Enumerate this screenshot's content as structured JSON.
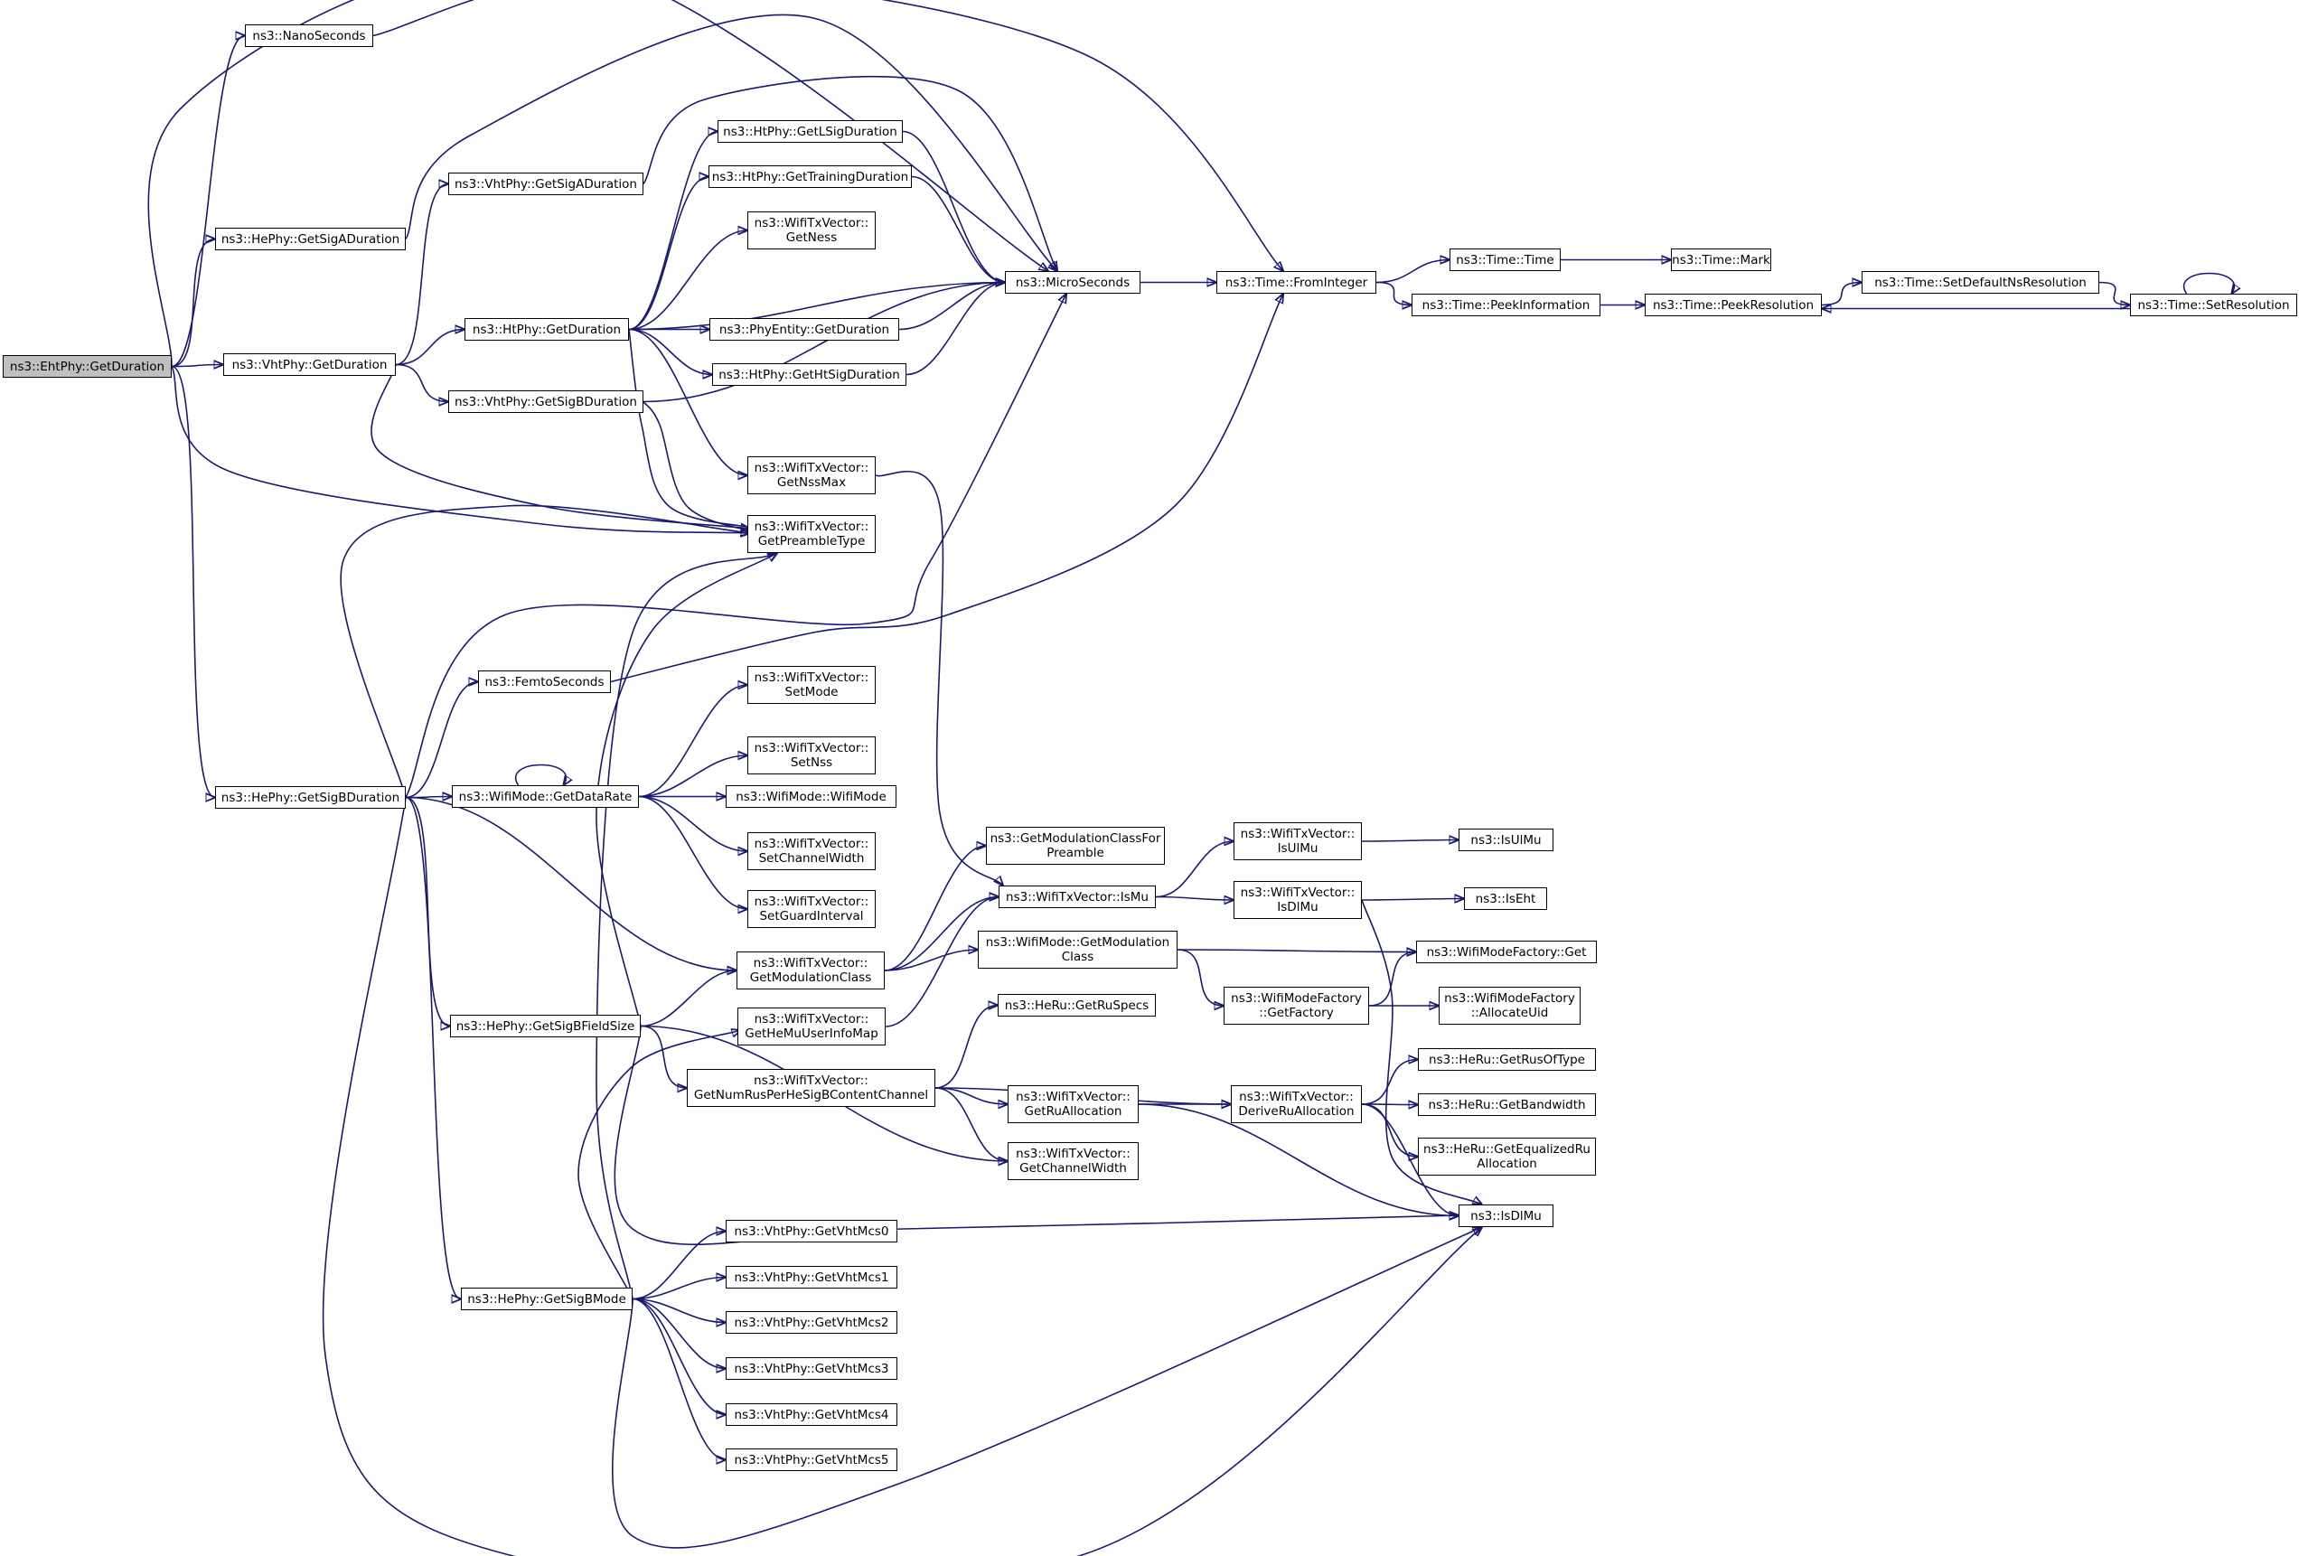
{
  "graph": {
    "root": "eht_getduration",
    "nodes": {
      "eht_getduration": {
        "label": "ns3::EhtPhy::GetDuration",
        "root": true
      },
      "nanoseconds": {
        "label": "ns3::NanoSeconds"
      },
      "he_getsigaduration": {
        "label": "ns3::HePhy::GetSigADuration"
      },
      "vht_getduration": {
        "label": "ns3::VhtPhy::GetDuration"
      },
      "he_getsigbduration": {
        "label": "ns3::HePhy::GetSigBDuration"
      },
      "vht_getsigaduration": {
        "label": "ns3::VhtPhy::GetSigADuration"
      },
      "ht_getduration": {
        "label": "ns3::HtPhy::GetDuration"
      },
      "vht_getsigbduration": {
        "label": "ns3::VhtPhy::GetSigBDuration"
      },
      "femtoseconds": {
        "label": "ns3::FemtoSeconds"
      },
      "wifimode_getdatarate": {
        "label": "ns3::WifiMode::GetDataRate"
      },
      "he_getsigbfieldsize": {
        "label": "ns3::HePhy::GetSigBFieldSize"
      },
      "he_getsigbmode": {
        "label": "ns3::HePhy::GetSigBMode"
      },
      "ht_getlsigduration": {
        "label": "ns3::HtPhy::GetLSigDuration"
      },
      "ht_gettrainingduration": {
        "label": "ns3::HtPhy::GetTrainingDuration"
      },
      "txv_getness": {
        "label": "ns3::WifiTxVector::\nGetNess"
      },
      "phyentity_getduration": {
        "label": "ns3::PhyEntity::GetDuration"
      },
      "ht_gethtsigduration": {
        "label": "ns3::HtPhy::GetHtSigDuration"
      },
      "txv_getnssmax": {
        "label": "ns3::WifiTxVector::\nGetNssMax"
      },
      "txv_getpreambletype": {
        "label": "ns3::WifiTxVector::\nGetPreambleType"
      },
      "txv_setmode": {
        "label": "ns3::WifiTxVector::\nSetMode"
      },
      "txv_setnss": {
        "label": "ns3::WifiTxVector::\nSetNss"
      },
      "wifimode_wifimode": {
        "label": "ns3::WifiMode::WifiMode"
      },
      "txv_setchannelwidth": {
        "label": "ns3::WifiTxVector::\nSetChannelWidth"
      },
      "txv_setguardinterval": {
        "label": "ns3::WifiTxVector::\nSetGuardInterval"
      },
      "txv_getmodulationclass": {
        "label": "ns3::WifiTxVector::\nGetModulationClass"
      },
      "txv_gethemuuserinfomap": {
        "label": "ns3::WifiTxVector::\nGetHeMuUserInfoMap"
      },
      "txv_getnumrusperhesigbcontentchannel": {
        "label": "ns3::WifiTxVector::\nGetNumRusPerHeSigBContentChannel"
      },
      "vht_getvhtmcs0": {
        "label": "ns3::VhtPhy::GetVhtMcs0"
      },
      "vht_getvhtmcs1": {
        "label": "ns3::VhtPhy::GetVhtMcs1"
      },
      "vht_getvhtmcs2": {
        "label": "ns3::VhtPhy::GetVhtMcs2"
      },
      "vht_getvhtmcs3": {
        "label": "ns3::VhtPhy::GetVhtMcs3"
      },
      "vht_getvhtmcs4": {
        "label": "ns3::VhtPhy::GetVhtMcs4"
      },
      "vht_getvhtmcs5": {
        "label": "ns3::VhtPhy::GetVhtMcs5"
      },
      "microseconds": {
        "label": "ns3::MicroSeconds"
      },
      "getmodulationclassforpreamble": {
        "label": "ns3::GetModulationClassFor\nPreamble"
      },
      "txv_ismu": {
        "label": "ns3::WifiTxVector::IsMu"
      },
      "wifimode_getmodulationclass": {
        "label": "ns3::WifiMode::GetModulation\nClass"
      },
      "heru_getruspecs": {
        "label": "ns3::HeRu::GetRuSpecs"
      },
      "txv_getruallocation": {
        "label": "ns3::WifiTxVector::\nGetRuAllocation"
      },
      "txv_getchannelwidth": {
        "label": "ns3::WifiTxVector::\nGetChannelWidth"
      },
      "time_frominteger": {
        "label": "ns3::Time::FromInteger"
      },
      "txv_isulmu": {
        "label": "ns3::WifiTxVector::\nIsUlMu"
      },
      "txv_isdlmu": {
        "label": "ns3::WifiTxVector::\nIsDlMu"
      },
      "wmf_getfactory": {
        "label": "ns3::WifiModeFactory\n::GetFactory"
      },
      "txv_deriveruallocation": {
        "label": "ns3::WifiTxVector::\nDeriveRuAllocation"
      },
      "time_time": {
        "label": "ns3::Time::Time"
      },
      "time_peekinformation": {
        "label": "ns3::Time::PeekInformation"
      },
      "isulmu": {
        "label": "ns3::IsUlMu"
      },
      "iseht": {
        "label": "ns3::IsEht"
      },
      "wmf_get": {
        "label": "ns3::WifiModeFactory::Get"
      },
      "wmf_allocateuid": {
        "label": "ns3::WifiModeFactory\n::AllocateUid"
      },
      "heru_getrusoftype": {
        "label": "ns3::HeRu::GetRusOfType"
      },
      "heru_getbandwidth": {
        "label": "ns3::HeRu::GetBandwidth"
      },
      "heru_getequalizedruallocation": {
        "label": "ns3::HeRu::GetEqualizedRu\nAllocation"
      },
      "isdlmu": {
        "label": "ns3::IsDlMu"
      },
      "time_mark": {
        "label": "ns3::Time::Mark"
      },
      "time_peekresolution": {
        "label": "ns3::Time::PeekResolution"
      },
      "time_setdefaultnsresolution": {
        "label": "ns3::Time::SetDefaultNsResolution"
      },
      "time_setresolution": {
        "label": "ns3::Time::SetResolution"
      }
    },
    "edges": [
      [
        "eht_getduration",
        "nanoseconds"
      ],
      [
        "eht_getduration",
        "he_getsigaduration"
      ],
      [
        "eht_getduration",
        "vht_getduration"
      ],
      [
        "eht_getduration",
        "microseconds"
      ],
      [
        "eht_getduration",
        "txv_getpreambletype"
      ],
      [
        "eht_getduration",
        "he_getsigbduration"
      ],
      [
        "nanoseconds",
        "time_frominteger"
      ],
      [
        "he_getsigaduration",
        "microseconds"
      ],
      [
        "vht_getduration",
        "vht_getsigaduration"
      ],
      [
        "vht_getduration",
        "ht_getduration"
      ],
      [
        "vht_getduration",
        "vht_getsigbduration"
      ],
      [
        "vht_getduration",
        "txv_getpreambletype"
      ],
      [
        "vht_getsigaduration",
        "microseconds"
      ],
      [
        "vht_getsigbduration",
        "microseconds"
      ],
      [
        "vht_getsigbduration",
        "txv_getpreambletype"
      ],
      [
        "ht_getduration",
        "ht_getlsigduration"
      ],
      [
        "ht_getduration",
        "ht_gettrainingduration"
      ],
      [
        "ht_getduration",
        "txv_getness"
      ],
      [
        "ht_getduration",
        "microseconds"
      ],
      [
        "ht_getduration",
        "phyentity_getduration"
      ],
      [
        "ht_getduration",
        "ht_gethtsigduration"
      ],
      [
        "ht_getduration",
        "txv_getnssmax"
      ],
      [
        "ht_getduration",
        "txv_getpreambletype"
      ],
      [
        "ht_getlsigduration",
        "microseconds"
      ],
      [
        "ht_gettrainingduration",
        "microseconds"
      ],
      [
        "phyentity_getduration",
        "microseconds"
      ],
      [
        "ht_gethtsigduration",
        "microseconds"
      ],
      [
        "txv_getnssmax",
        "txv_ismu"
      ],
      [
        "he_getsigbduration",
        "txv_getpreambletype"
      ],
      [
        "he_getsigbduration",
        "microseconds"
      ],
      [
        "he_getsigbduration",
        "femtoseconds"
      ],
      [
        "he_getsigbduration",
        "wifimode_getdatarate"
      ],
      [
        "he_getsigbduration",
        "txv_getmodulationclass"
      ],
      [
        "he_getsigbduration",
        "he_getsigbfieldsize"
      ],
      [
        "he_getsigbduration",
        "he_getsigbmode"
      ],
      [
        "he_getsigbduration",
        "isdlmu"
      ],
      [
        "femtoseconds",
        "time_frominteger"
      ],
      [
        "wifimode_getdatarate",
        "wifimode_getdatarate"
      ],
      [
        "wifimode_getdatarate",
        "txv_setmode"
      ],
      [
        "wifimode_getdatarate",
        "txv_setnss"
      ],
      [
        "wifimode_getdatarate",
        "wifimode_wifimode"
      ],
      [
        "wifimode_getdatarate",
        "txv_setchannelwidth"
      ],
      [
        "wifimode_getdatarate",
        "txv_setguardinterval"
      ],
      [
        "he_getsigbfieldsize",
        "txv_getpreambletype"
      ],
      [
        "he_getsigbfieldsize",
        "txv_getmodulationclass"
      ],
      [
        "he_getsigbfieldsize",
        "txv_getnumrusperhesigbcontentchannel"
      ],
      [
        "he_getsigbfieldsize",
        "txv_getchannelwidth"
      ],
      [
        "he_getsigbfieldsize",
        "isdlmu"
      ],
      [
        "he_getsigbmode",
        "txv_getpreambletype"
      ],
      [
        "he_getsigbmode",
        "txv_gethemuuserinfomap"
      ],
      [
        "he_getsigbmode",
        "vht_getvhtmcs0"
      ],
      [
        "he_getsigbmode",
        "vht_getvhtmcs1"
      ],
      [
        "he_getsigbmode",
        "vht_getvhtmcs2"
      ],
      [
        "he_getsigbmode",
        "vht_getvhtmcs3"
      ],
      [
        "he_getsigbmode",
        "vht_getvhtmcs4"
      ],
      [
        "he_getsigbmode",
        "vht_getvhtmcs5"
      ],
      [
        "he_getsigbmode",
        "isdlmu"
      ],
      [
        "txv_getmodulationclass",
        "getmodulationclassforpreamble"
      ],
      [
        "txv_getmodulationclass",
        "txv_ismu"
      ],
      [
        "txv_getmodulationclass",
        "wifimode_getmodulationclass"
      ],
      [
        "txv_gethemuuserinfomap",
        "txv_ismu"
      ],
      [
        "txv_getnumrusperhesigbcontentchannel",
        "heru_getruspecs"
      ],
      [
        "txv_getnumrusperhesigbcontentchannel",
        "txv_getruallocation"
      ],
      [
        "txv_getnumrusperhesigbcontentchannel",
        "txv_deriveruallocation"
      ],
      [
        "txv_getnumrusperhesigbcontentchannel",
        "txv_getchannelwidth"
      ],
      [
        "microseconds",
        "time_frominteger"
      ],
      [
        "txv_ismu",
        "txv_isulmu"
      ],
      [
        "txv_ismu",
        "txv_isdlmu"
      ],
      [
        "wifimode_getmodulationclass",
        "wmf_get"
      ],
      [
        "wifimode_getmodulationclass",
        "wmf_getfactory"
      ],
      [
        "txv_getruallocation",
        "txv_deriveruallocation"
      ],
      [
        "txv_getruallocation",
        "isdlmu"
      ],
      [
        "time_frominteger",
        "time_time"
      ],
      [
        "time_frominteger",
        "time_peekinformation"
      ],
      [
        "txv_isulmu",
        "isulmu"
      ],
      [
        "txv_isdlmu",
        "iseht"
      ],
      [
        "txv_isdlmu",
        "isdlmu"
      ],
      [
        "wmf_getfactory",
        "wmf_get"
      ],
      [
        "wmf_getfactory",
        "wmf_allocateuid"
      ],
      [
        "txv_deriveruallocation",
        "heru_getrusoftype"
      ],
      [
        "txv_deriveruallocation",
        "heru_getbandwidth"
      ],
      [
        "txv_deriveruallocation",
        "heru_getequalizedruallocation"
      ],
      [
        "txv_deriveruallocation",
        "isdlmu"
      ],
      [
        "time_time",
        "time_mark"
      ],
      [
        "time_peekinformation",
        "time_peekresolution"
      ],
      [
        "time_peekresolution",
        "time_setdefaultnsresolution"
      ],
      [
        "time_setdefaultnsresolution",
        "time_setresolution"
      ],
      [
        "time_setresolution",
        "time_setresolution"
      ],
      [
        "time_setresolution",
        "time_peekresolution"
      ]
    ]
  }
}
